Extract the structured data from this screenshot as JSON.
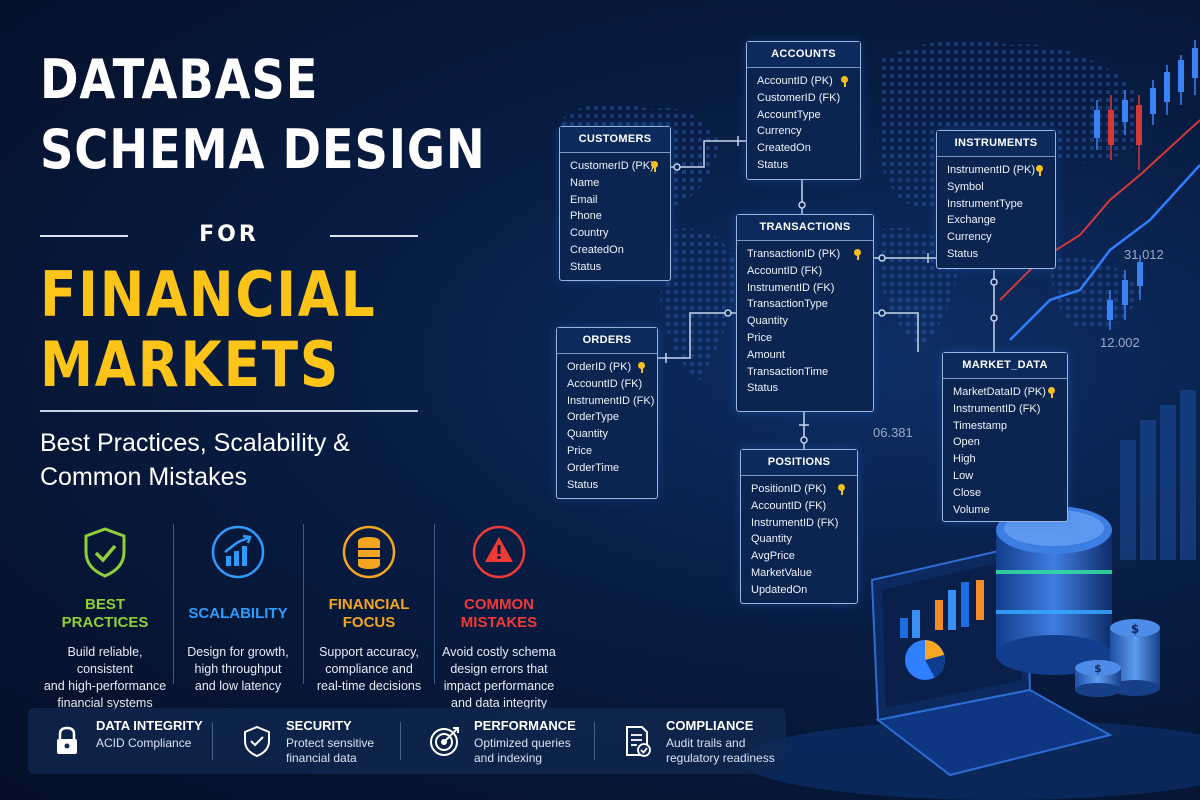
{
  "title": {
    "line1": "DATABASE",
    "line2": "SCHEMA DESIGN",
    "connector": "FOR",
    "gold1": "FINANCIAL",
    "gold2": "MARKETS",
    "subtitle_line1": "Best Practices, Scalability &",
    "subtitle_line2": "Common Mistakes"
  },
  "features": [
    {
      "icon": "shield-check-icon",
      "title_l1": "BEST",
      "title_l2": "PRACTICES",
      "color": "#8ecf3a",
      "desc_l1": "Build reliable, consistent",
      "desc_l2": "and high-performance",
      "desc_l3": "financial systems",
      "desc_l4": ""
    },
    {
      "icon": "growth-chart-icon",
      "title_l1": "SCALABILITY",
      "title_l2": "",
      "color": "#2f9bff",
      "desc_l1": "Design for growth,",
      "desc_l2": "high throughput",
      "desc_l3": "and low latency",
      "desc_l4": ""
    },
    {
      "icon": "database-icon",
      "title_l1": "FINANCIAL",
      "title_l2": "FOCUS",
      "color": "#f4a623",
      "desc_l1": "Support accuracy,",
      "desc_l2": "compliance and",
      "desc_l3": "real-time decisions",
      "desc_l4": ""
    },
    {
      "icon": "warning-icon",
      "title_l1": "COMMON",
      "title_l2": "MISTAKES",
      "color": "#ef3b36",
      "desc_l1": "Avoid costly schema",
      "desc_l2": "design errors that",
      "desc_l3": "impact performance",
      "desc_l4": "and data integrity"
    }
  ],
  "bottom_bar": [
    {
      "icon": "padlock-icon",
      "title": "DATA INTEGRITY",
      "desc_l1": "ACID Compliance",
      "desc_l2": ""
    },
    {
      "icon": "shield-icon",
      "title": "SECURITY",
      "desc_l1": "Protect sensitive",
      "desc_l2": "financial data"
    },
    {
      "icon": "target-icon",
      "title": "PERFORMANCE",
      "desc_l1": "Optimized queries",
      "desc_l2": "and indexing"
    },
    {
      "icon": "document-check-icon",
      "title": "COMPLIANCE",
      "desc_l1": "Audit trails and",
      "desc_l2": "regulatory readiness"
    }
  ],
  "tables": {
    "accounts": {
      "name": "ACCOUNTS",
      "fields": [
        "AccountID (PK)",
        "CustomerID (FK)",
        "AccountType",
        "Currency",
        "CreatedOn",
        "Status"
      ]
    },
    "customers": {
      "name": "CUSTOMERS",
      "fields": [
        "CustomerID (PK)",
        "Name",
        "Email",
        "Phone",
        "Country",
        "CreatedOn",
        "Status"
      ]
    },
    "instruments": {
      "name": "INSTRUMENTS",
      "fields": [
        "InstrumentID (PK)",
        "Symbol",
        "InstrumentType",
        "Exchange",
        "Currency",
        "Status"
      ]
    },
    "transactions": {
      "name": "TRANSACTIONS",
      "fields": [
        "TransactionID (PK)",
        "AccountID (FK)",
        "InstrumentID (FK)",
        "TransactionType",
        "Quantity",
        "Price",
        "Amount",
        "TransactionTime",
        "Status"
      ]
    },
    "orders": {
      "name": "ORDERS",
      "fields": [
        "OrderID (PK)",
        "AccountID (FK)",
        "InstrumentID (FK)",
        "OrderType",
        "Quantity",
        "Price",
        "OrderTime",
        "Status"
      ]
    },
    "market_data": {
      "name": "MARKET_DATA",
      "fields": [
        "MarketDataID (PK)",
        "InstrumentID (FK)",
        "Timestamp",
        "Open",
        "High",
        "Low",
        "Close",
        "Volume"
      ]
    },
    "positions": {
      "name": "POSITIONS",
      "fields": [
        "PositionID (PK)",
        "AccountID (FK)",
        "InstrumentID (FK)",
        "Quantity",
        "AvgPrice",
        "MarketValue",
        "UpdatedOn"
      ]
    }
  },
  "numbers": {
    "n1": "31.012",
    "n2": "12.002",
    "n3": "06.381"
  },
  "colors": {
    "gold": "#fcc419",
    "background": "#081c42",
    "table_border": "#9bb4db",
    "key": "#f4c020"
  }
}
